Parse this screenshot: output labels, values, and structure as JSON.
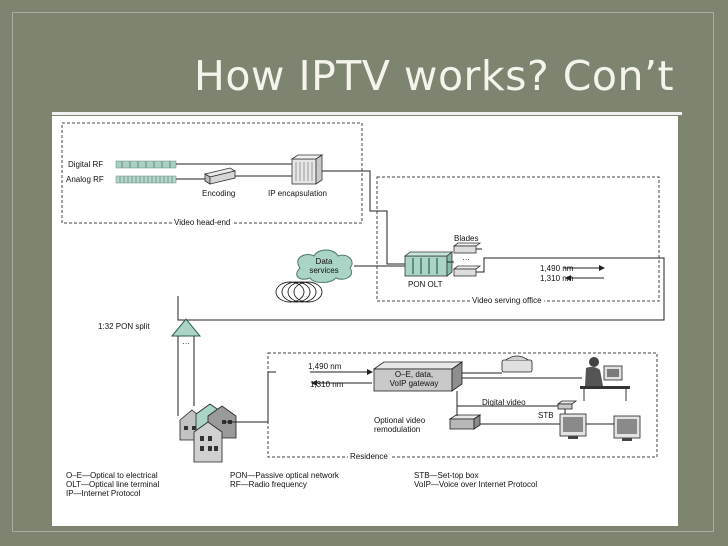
{
  "slide": {
    "title": "How IPTV works? Con’t"
  },
  "diagram": {
    "head_end": {
      "digital_rf": "Digital RF",
      "analog_rf": "Analog RF",
      "encoding": "Encoding",
      "ip_encapsulation": "IP encapsulation",
      "region_label": "Video head-end"
    },
    "serving_office": {
      "blades": "Blades",
      "ellipsis": "…",
      "data_services_line1": "Data",
      "data_services_line2": "services",
      "pon_olt": "PON OLT",
      "wl_down": "1,490 nm",
      "wl_up": "1,310 nm",
      "region_label": "Video serving office"
    },
    "pon_split": {
      "label": "1:32 PON split",
      "ellipsis": "…"
    },
    "residence": {
      "wl_down": "1,490 nm",
      "wl_up": "1,310 nm",
      "gateway_line1": "O–E, data,",
      "gateway_line2": "VoIP gateway",
      "digital_video": "Digital video",
      "stb": "STB",
      "remod_line1": "Optional video",
      "remod_line2": "remodulation",
      "region_label": "Residence"
    },
    "legend": {
      "col1": [
        "O–E—Optical to electrical",
        "OLT—Optical line terminal",
        "IP—Internet Protocol"
      ],
      "col2": [
        "PON—Passive optical network",
        "RF—Radio frequency"
      ],
      "col3": [
        "STB—Set-top box",
        "VoIP—Voice over Internet Protocol"
      ]
    }
  }
}
